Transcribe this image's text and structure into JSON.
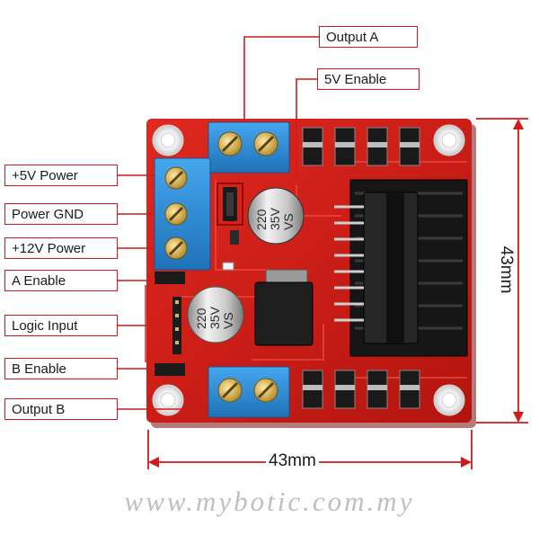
{
  "labels": {
    "output_a": "Output A",
    "enable_5v": "5V Enable",
    "power_5v": "+5V Power",
    "power_gnd": "Power GND",
    "power_12v": "+12V Power",
    "a_enable": "A Enable",
    "logic_input": "Logic Input",
    "b_enable": "B Enable",
    "output_b": "Output B"
  },
  "dimensions": {
    "width": "43mm",
    "height": "43mm"
  },
  "capacitors": [
    {
      "value": "220",
      "voltage": "35V",
      "series": "VS"
    },
    {
      "value": "220",
      "voltage": "35V",
      "series": "VS"
    }
  ],
  "watermark": "www.mybotic.com.my",
  "colors": {
    "pcb": "#d6221c",
    "terminal": "#2f8fd6",
    "callout_border": "#d21a1a"
  }
}
